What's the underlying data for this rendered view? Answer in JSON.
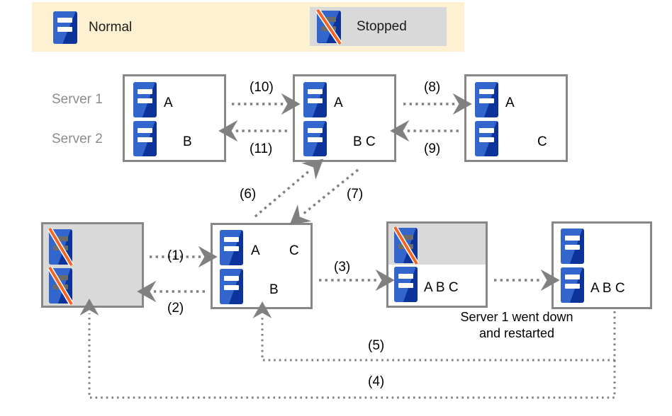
{
  "legend": {
    "normal": {
      "label": "Normal",
      "icon": "server-icon",
      "state": "normal"
    },
    "stopped": {
      "label": "Stopped",
      "icon": "server-stopped-icon",
      "state": "stopped"
    }
  },
  "row_labels": {
    "server1": "Server 1",
    "server2": "Server 2"
  },
  "states": {
    "top": [
      {
        "name": "state-top-1",
        "server1": {
          "state": "normal",
          "tokens": "A"
        },
        "server2": {
          "state": "normal",
          "tokens": "B"
        }
      },
      {
        "name": "state-top-2",
        "server1": {
          "state": "normal",
          "tokens": "A"
        },
        "server2": {
          "state": "normal",
          "tokens": "B  C"
        }
      },
      {
        "name": "state-top-3",
        "server1": {
          "state": "normal",
          "tokens": "A"
        },
        "server2": {
          "state": "normal",
          "tokens": "C"
        }
      }
    ],
    "bottom": [
      {
        "name": "state-bottom-1",
        "server1": {
          "state": "stopped",
          "tokens": ""
        },
        "server2": {
          "state": "stopped",
          "tokens": ""
        }
      },
      {
        "name": "state-bottom-2",
        "server1": {
          "state": "normal",
          "tokens": "A"
        },
        "server1_extra": "C",
        "server2": {
          "state": "normal",
          "tokens": "B"
        }
      },
      {
        "name": "state-bottom-3",
        "server1": {
          "state": "stopped",
          "tokens": ""
        },
        "server2": {
          "state": "normal",
          "tokens": "A  B  C"
        }
      },
      {
        "name": "state-bottom-4",
        "server1": {
          "state": "normal",
          "tokens": ""
        },
        "server2": {
          "state": "normal",
          "tokens": "A  B  C"
        }
      }
    ]
  },
  "transitions": {
    "t1": "(1)",
    "t2": "(2)",
    "t3": "(3)",
    "t4": "(4)",
    "t5": "(5)",
    "t6": "(6)",
    "t7": "(7)",
    "t8": "(8)",
    "t9": "(9)",
    "t10": "(10)",
    "t11": "(11)"
  },
  "caption": {
    "line1": "Server 1 went down",
    "line2": "and restarted"
  },
  "colors": {
    "legend_background": "#fdf1d2",
    "stopped_background": "#d9d9d9",
    "box_border": "#878787",
    "arrow": "#808080",
    "icon_blue": "#3366cc",
    "icon_navy": "#0b3399",
    "slash_orange": "#f26522",
    "row_label": "#8c8c8c"
  }
}
